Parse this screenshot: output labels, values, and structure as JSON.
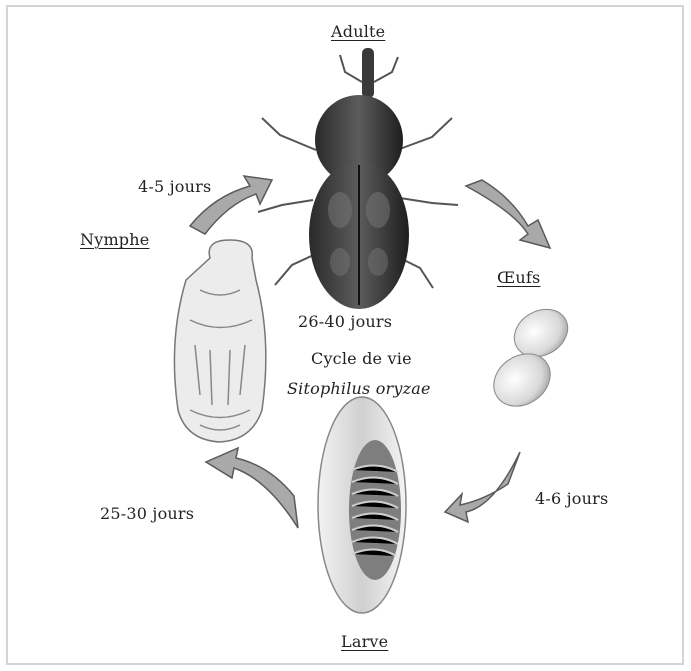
{
  "stages": {
    "adult": "Adulte",
    "eggs": "Œufs",
    "larva": "Larve",
    "nymph": "Nymphe"
  },
  "durations": {
    "adult": "26-40  jours",
    "egg_to_larva": "4-6 jours",
    "larva_to_nymph": "25-30 jours",
    "nymph_to_adult": "4-5 jours"
  },
  "center": {
    "line1": "Cycle de vie",
    "species": "Sitophilus oryzae"
  },
  "colors": {
    "arrow_fill": "#a9a9a9",
    "arrow_stroke": "#5a5a5a",
    "frame": "#d4d4d4"
  }
}
